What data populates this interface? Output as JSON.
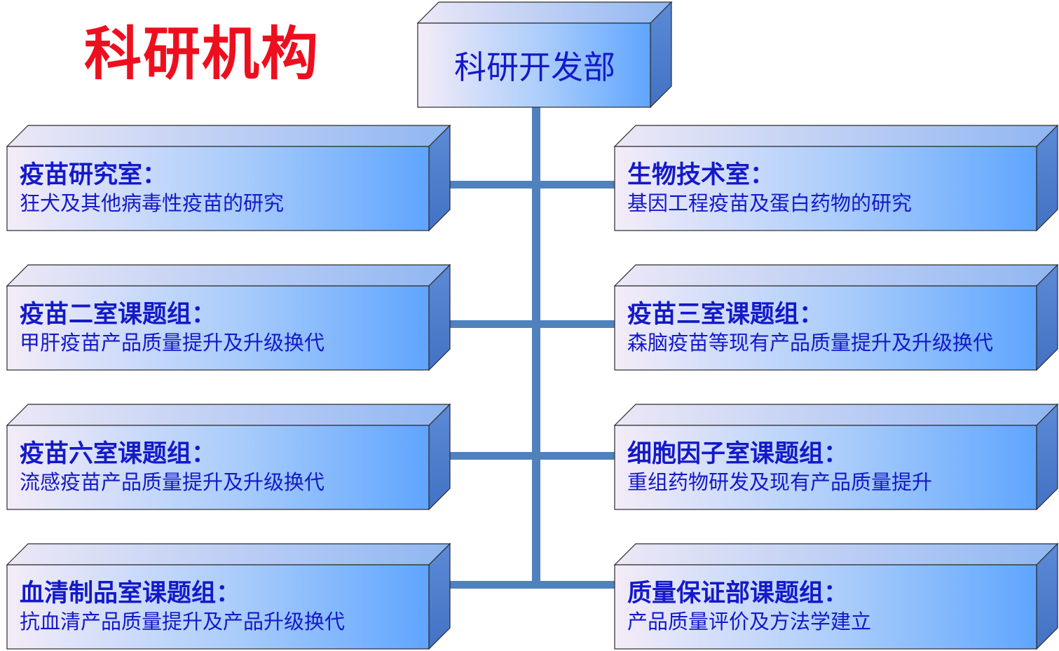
{
  "page": {
    "title": "科研机构"
  },
  "root": {
    "label": "科研开发部"
  },
  "departments": [
    {
      "side": "left",
      "row": 0,
      "name": "疫苗研究室：",
      "desc": "狂犬及其他病毒性疫苗的研究"
    },
    {
      "side": "right",
      "row": 0,
      "name": "生物技术室：",
      "desc": "基因工程疫苗及蛋白药物的研究"
    },
    {
      "side": "left",
      "row": 1,
      "name": "疫苗二室课题组：",
      "desc": "甲肝疫苗产品质量提升及升级换代"
    },
    {
      "side": "right",
      "row": 1,
      "name": "疫苗三室课题组：",
      "desc": "森脑疫苗等现有产品质量提升及升级换代"
    },
    {
      "side": "left",
      "row": 2,
      "name": "疫苗六室课题组：",
      "desc": "流感疫苗产品质量提升及升级换代"
    },
    {
      "side": "right",
      "row": 2,
      "name": "细胞因子室课题组：",
      "desc": "重组药物研发及现有产品质量提升"
    },
    {
      "side": "left",
      "row": 3,
      "name": "血清制品室课题组：",
      "desc": "抗血清产品质量提升及产品升级换代"
    },
    {
      "side": "right",
      "row": 3,
      "name": "质量保证部课题组：",
      "desc": "产品质量评价及方法学建立"
    }
  ],
  "colors": {
    "title": "#ee0f1e",
    "text": "#1419c8",
    "connector": "#4f81bd",
    "box_light": "#f4ecf8",
    "box_dark": "#5fa5ff",
    "box_side": "#4d7fcf",
    "box_top_light": "#ece8f6",
    "box_top_dark": "#8fb6f2"
  }
}
